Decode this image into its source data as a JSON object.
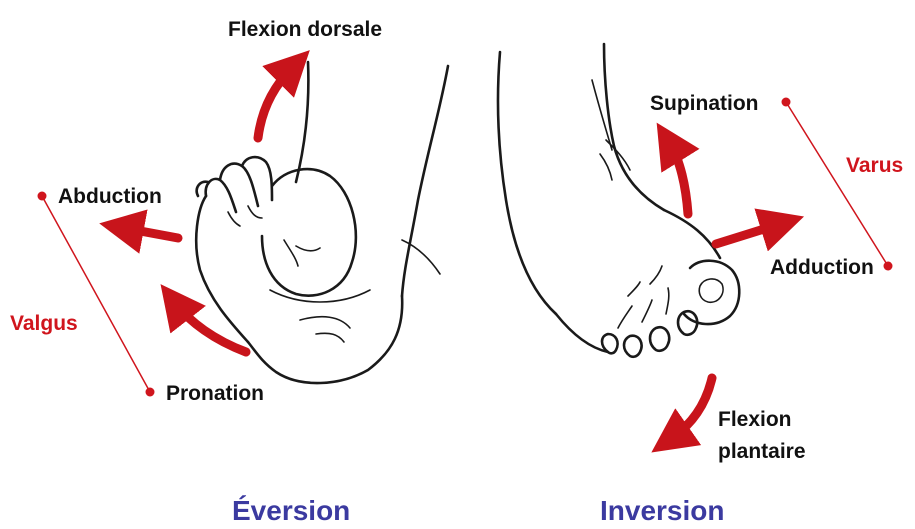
{
  "labels": {
    "flexion_dorsale": "Flexion dorsale",
    "abduction": "Abduction",
    "valgus": "Valgus",
    "pronation": "Pronation",
    "supination": "Supination",
    "varus": "Varus",
    "adduction": "Adduction",
    "flexion_plantaire_1": "Flexion",
    "flexion_plantaire_2": "plantaire",
    "eversion": "Éversion",
    "inversion": "Inversion"
  },
  "colors": {
    "arrow": "#c8141b",
    "grouping_text": "#d0151d",
    "title_text": "#3b3aa0",
    "outline": "#1a1a1a"
  }
}
